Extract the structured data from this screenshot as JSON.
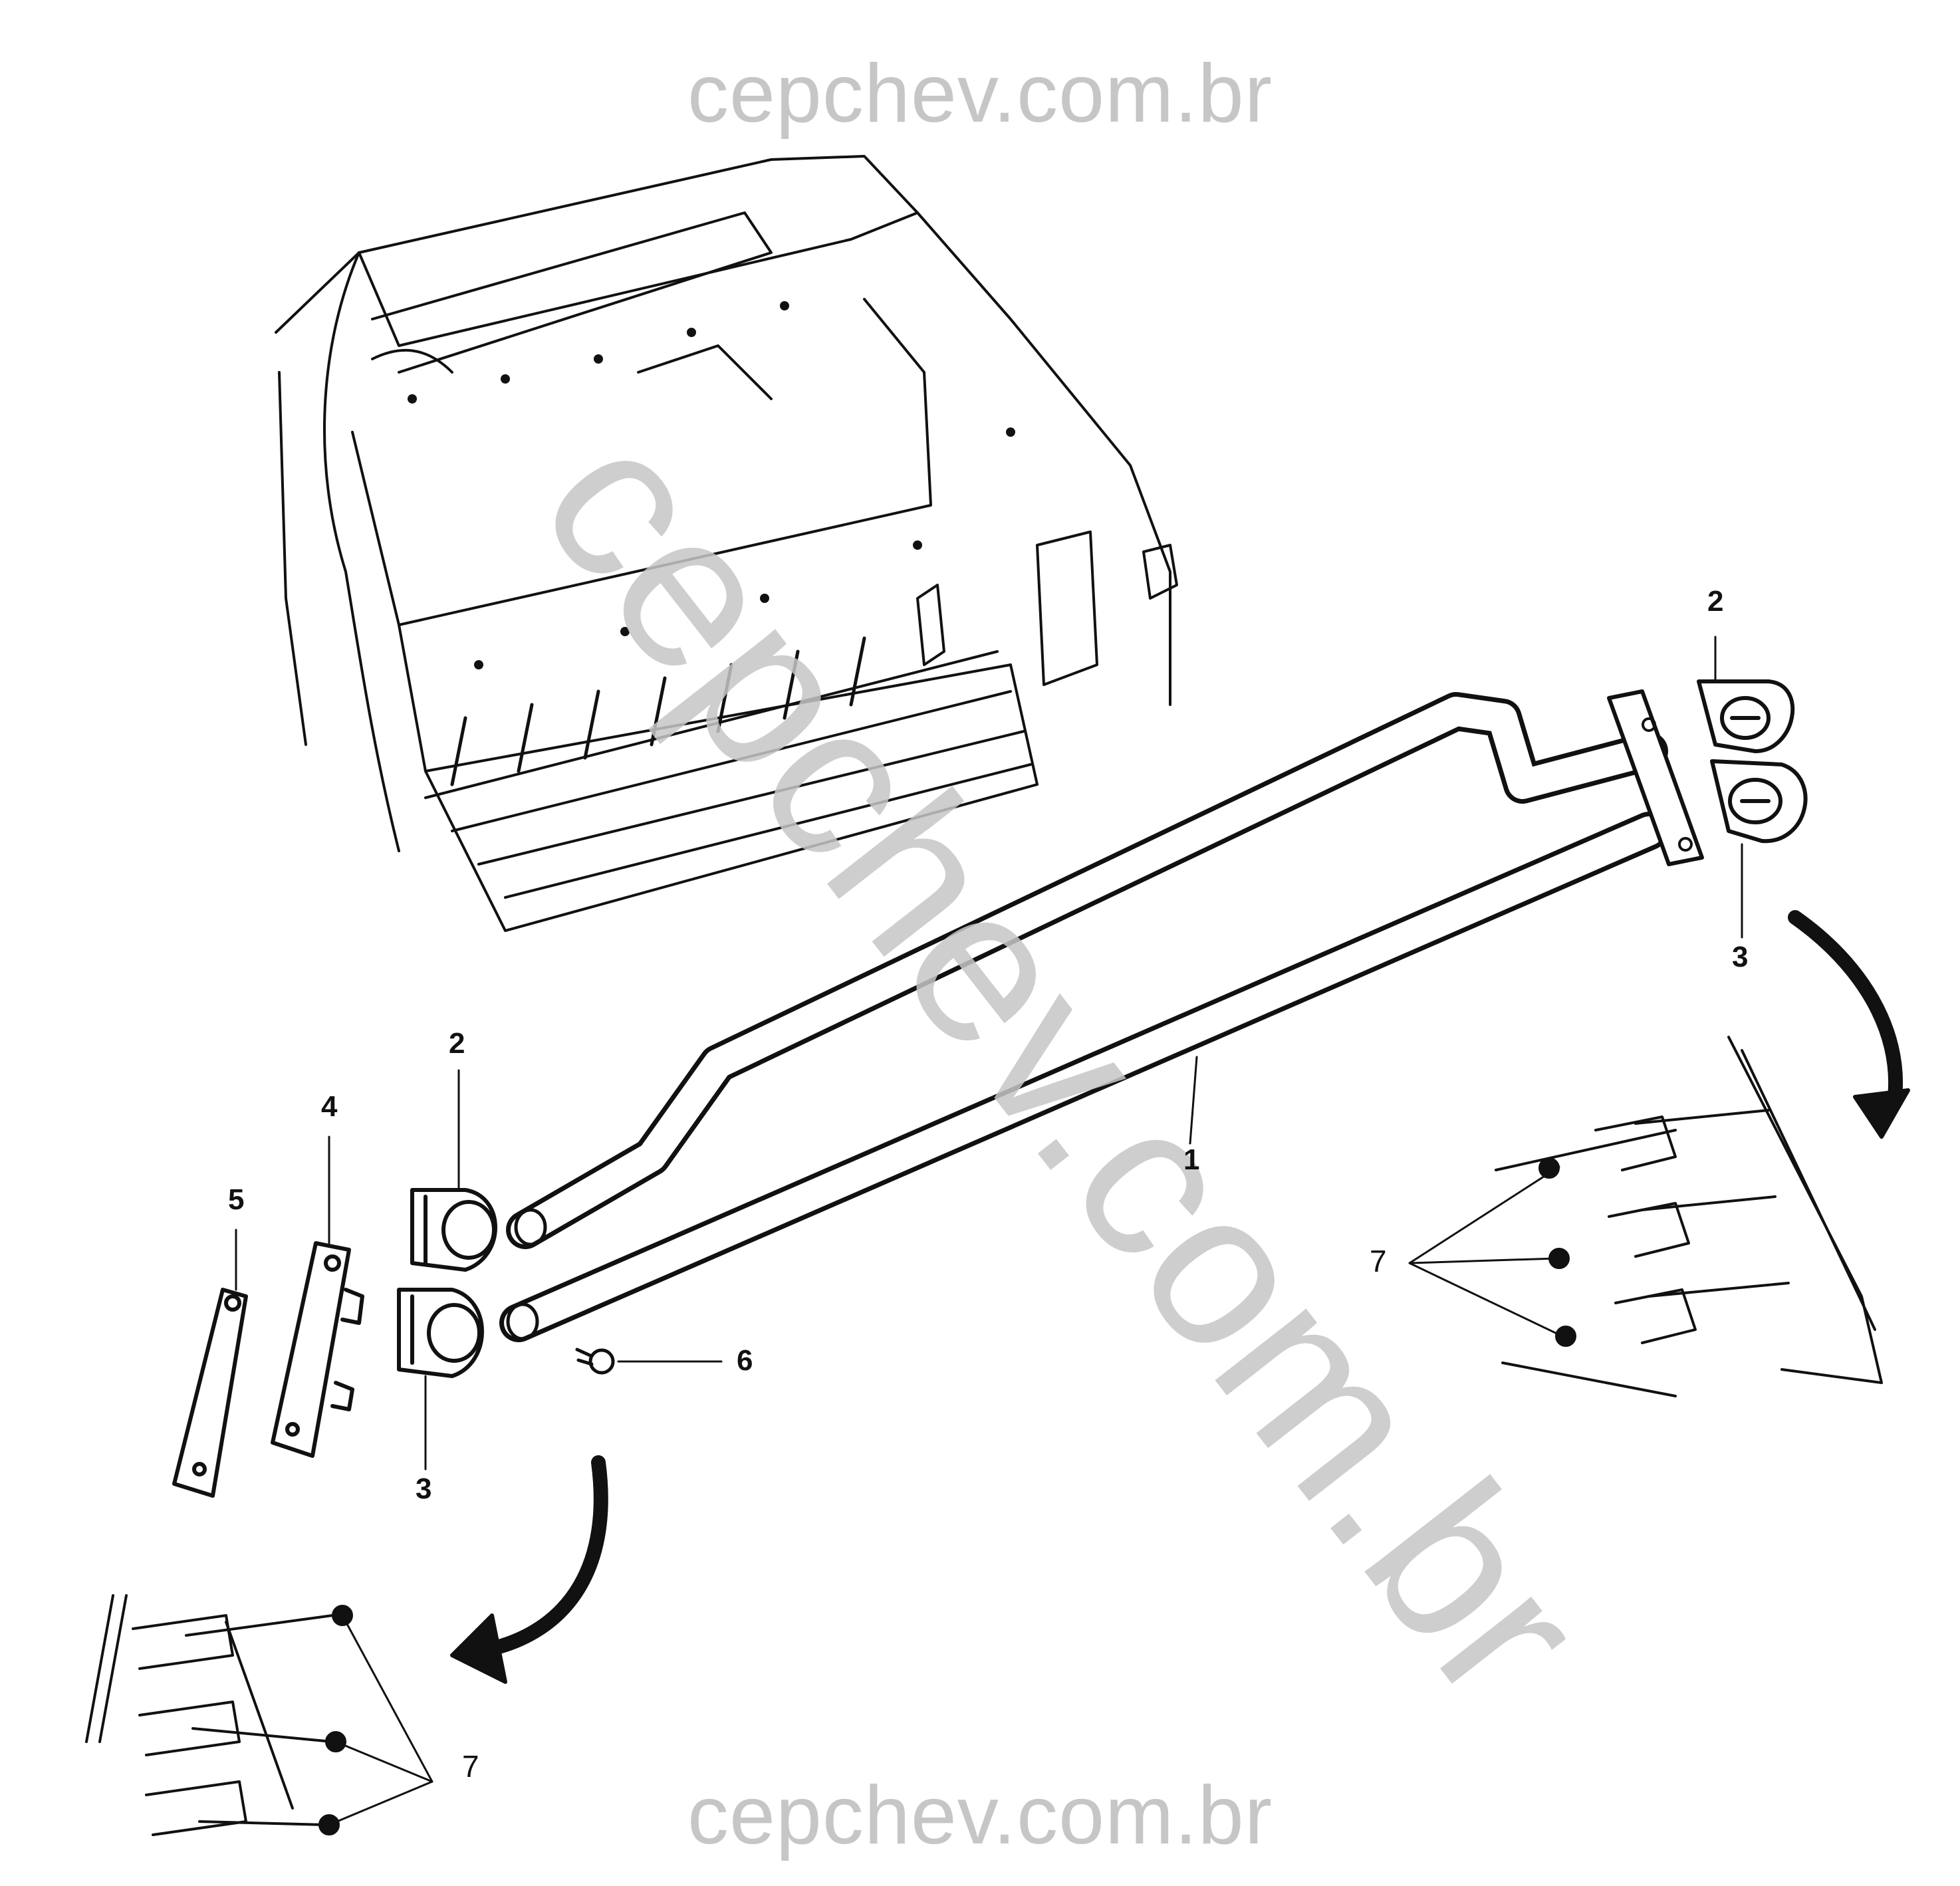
{
  "watermarks": {
    "top": "cepchev.com.br",
    "bottom": "cepchev.com.br",
    "diagonal": "cepchev.com.br"
  },
  "callouts": {
    "c1": "1",
    "c2_upper": "2",
    "c3_upper": "3",
    "c2_lower": "2",
    "c3_lower": "3",
    "c4": "4",
    "c5": "5",
    "c6": "6",
    "c7_right": "7",
    "c7_left": "7"
  }
}
